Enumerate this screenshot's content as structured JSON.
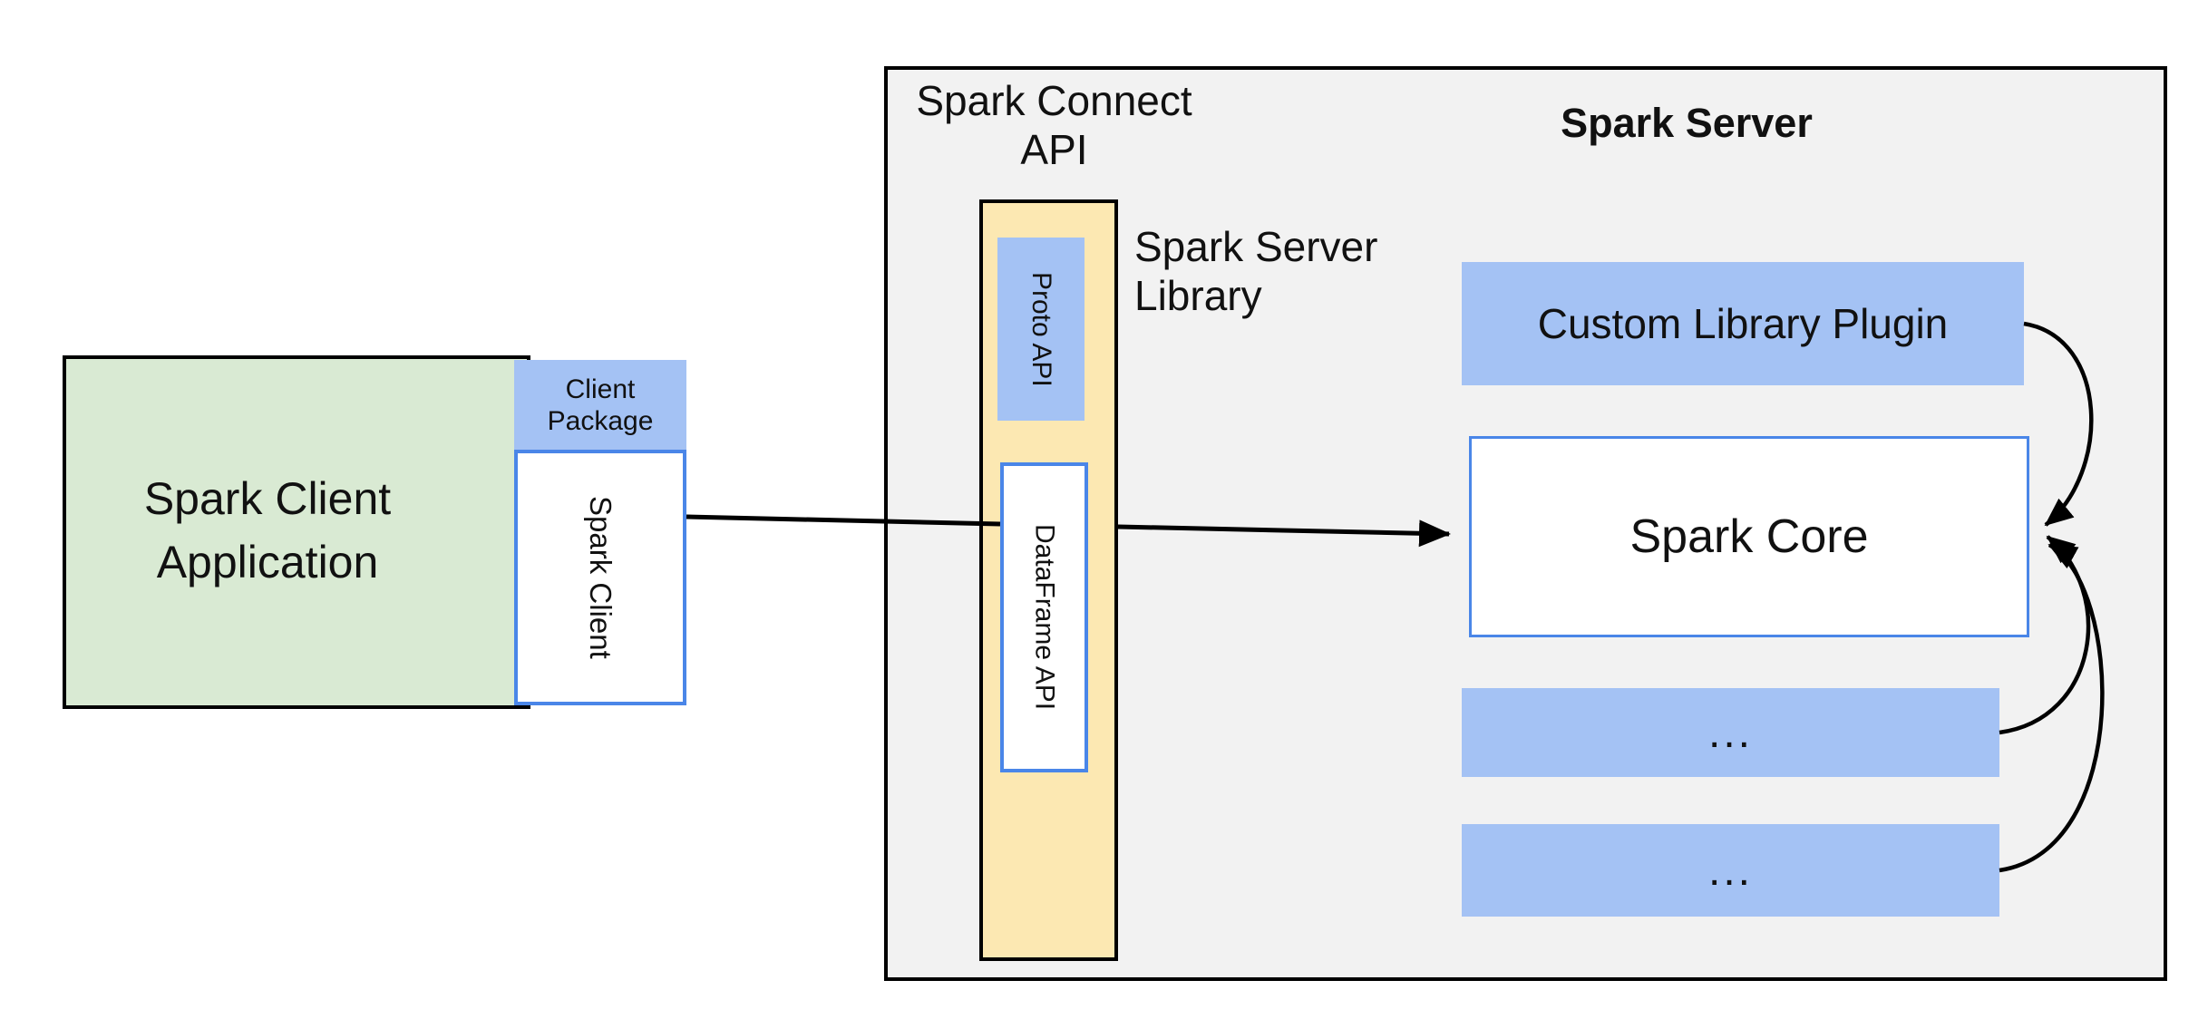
{
  "diagram": {
    "client": {
      "app_label_line1": "Spark Client",
      "app_label_line2": "Application",
      "package_label_line1": "Client",
      "package_label_line2": "Package",
      "client_box_label": "Spark Client"
    },
    "connect": {
      "title_line1": "Spark Connect",
      "title_line2": "API",
      "proto_label": "Proto API",
      "dataframe_label": "DataFrame API",
      "library_label_line1": "Spark Server",
      "library_label_line2": "Library"
    },
    "server": {
      "title": "Spark Server",
      "plugin_label": "Custom Library Plugin",
      "core_label": "Spark Core",
      "ellipsis_box_1": "...",
      "ellipsis_box_2": "..."
    },
    "colors": {
      "green_fill": "#d9ead3",
      "blue_fill": "#a4c2f4",
      "yellow_fill": "#fce8b2",
      "gray_fill": "#f2f2f2",
      "blue_border": "#4a86e8",
      "outline": "#000000",
      "connector": "#000000"
    }
  }
}
